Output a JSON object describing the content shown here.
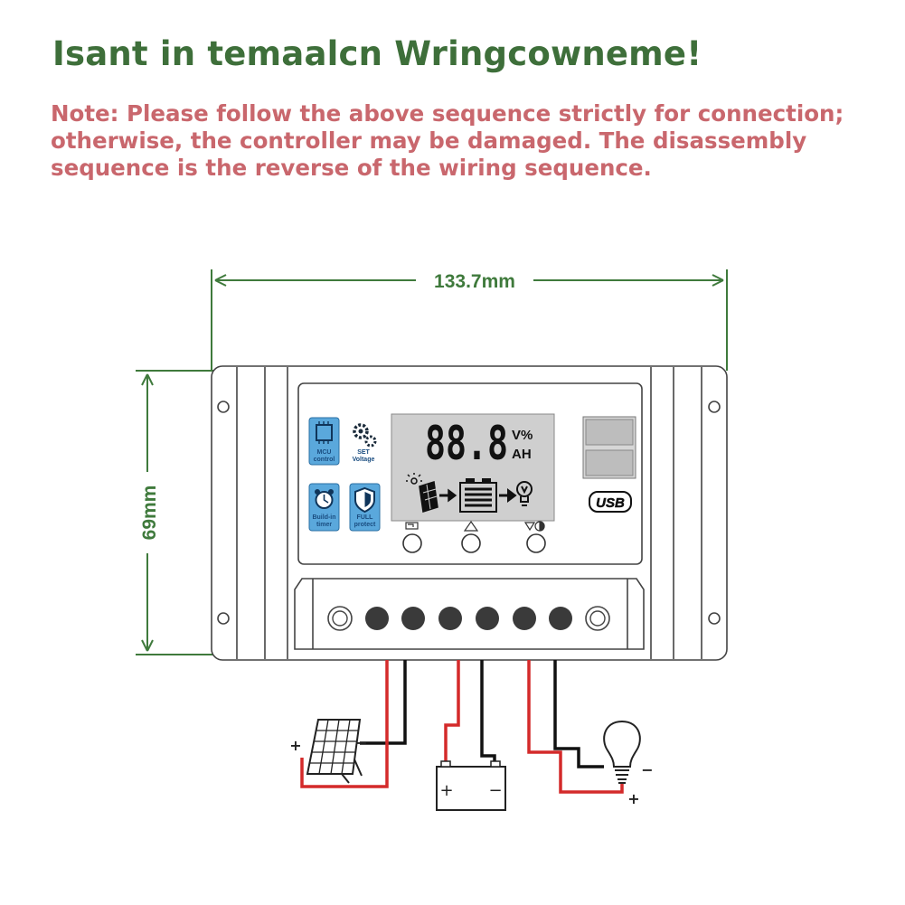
{
  "header": {
    "title": "Isant in temaalcn Wringcowneme!",
    "note_lines": [
      "Note: Please follow the above sequence strictly for connection;",
      "otherwise, the controller may be damaged. The disassembly",
      "sequence is the reverse of the wiring sequence."
    ]
  },
  "dimensions": {
    "width_label": "133.7mm",
    "height_label": "69mm"
  },
  "controller": {
    "feature_icons": [
      {
        "icon": "mcu-chip-icon",
        "lines": [
          "MCU",
          "control"
        ]
      },
      {
        "icon": "gears-icon",
        "lines": [
          "SET",
          "Voltage"
        ]
      },
      {
        "icon": "alarm-clock-icon",
        "lines": [
          "Build-in",
          "timer"
        ]
      },
      {
        "icon": "shield-icon",
        "lines": [
          "FULL",
          "protect"
        ]
      }
    ],
    "lcd": {
      "digits": "88.8",
      "unit_top": "V%",
      "unit_bottom": "AH"
    },
    "usb_label": "USB",
    "button_count": 3,
    "terminal_count": 6
  },
  "wiring": {
    "plus": "+",
    "minus": "−",
    "positive_color": "#d42a2a",
    "negative_color": "#111111"
  },
  "colors": {
    "title": "#3e6f3a",
    "note": "#c9676d",
    "dimension": "#3f7a3c",
    "lcd_background": "#cfcfcf",
    "icon_fill": "#5aa8dc"
  }
}
